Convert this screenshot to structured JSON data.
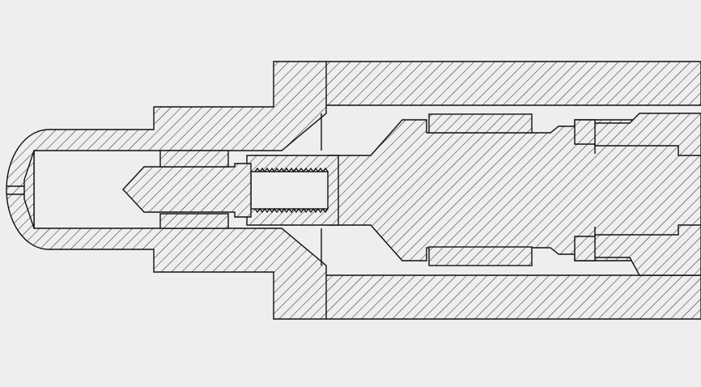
{
  "colors": {
    "background": "#eeeeee",
    "stroke": "#111111",
    "hatch": "#222222"
  },
  "drawing": {
    "type": "cross-section",
    "parts": [
      "housing",
      "nozzle-dome",
      "spindle",
      "threaded-bolt",
      "upper-nut",
      "lower-nut",
      "upper-bushing",
      "lower-bushing",
      "right-collar-upper",
      "right-collar-lower"
    ]
  }
}
